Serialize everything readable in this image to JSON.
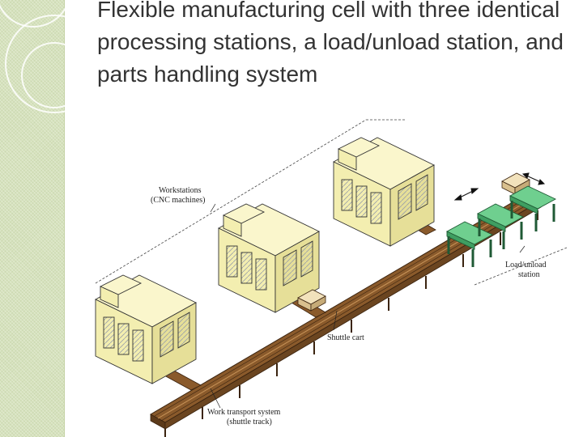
{
  "slide": {
    "title": "Flexible manufacturing cell with three identical processing stations, a load/unload station, and parts handling system"
  },
  "diagram": {
    "labels": {
      "workstations_line1": "Workstations",
      "workstations_line2": "(CNC machines)",
      "load_unload_line1": "Load/unload",
      "load_unload_line2": "station",
      "shuttle_cart": "Shuttle cart",
      "transport_line1": "Work transport system",
      "transport_line2": "(shuttle track)"
    },
    "colors": {
      "accent_sidebar": "#d6e2bd",
      "machine_body": "#f3eeb0",
      "track": "#8a5a2b",
      "stand_green": "#6fcf8f",
      "shuttle_cart": "#e8d4a8"
    }
  }
}
